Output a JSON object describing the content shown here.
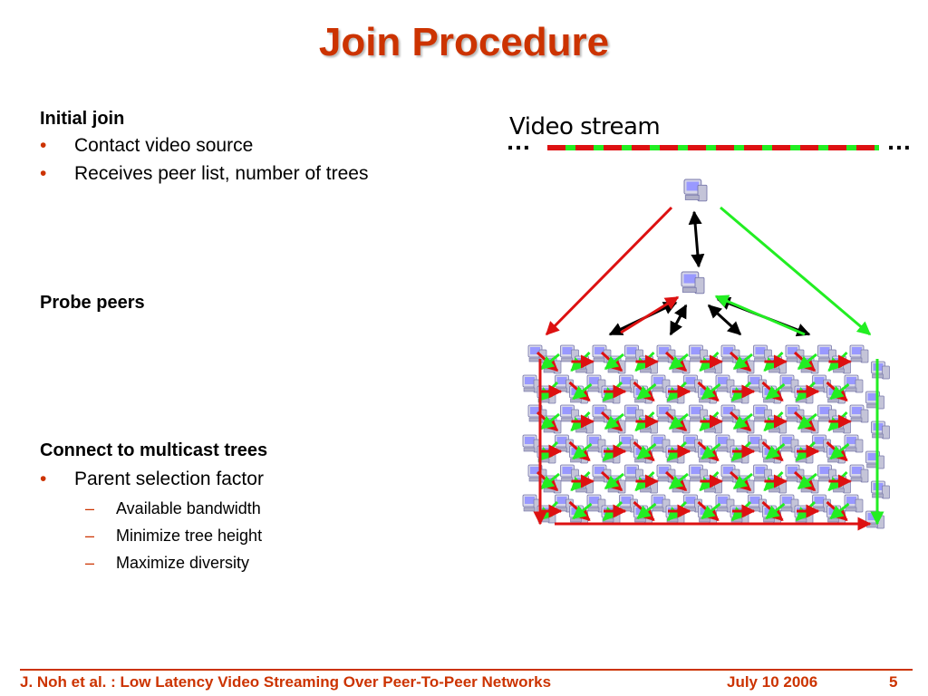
{
  "slide": {
    "title": "Join Procedure",
    "sections": {
      "initial_join": {
        "heading": "Initial join",
        "bullets": [
          "Contact video source",
          "Receives peer list, number of trees"
        ]
      },
      "probe_peers": {
        "heading": "Probe peers"
      },
      "connect": {
        "heading": "Connect to multicast trees",
        "bullet": "Parent selection factor",
        "subbullets": [
          "Available bandwidth",
          "Minimize tree height",
          "Maximize diversity"
        ]
      }
    },
    "bullet_glyph": "•",
    "dash_glyph": "–"
  },
  "diagram": {
    "stream_label": "Video stream",
    "ellipsis": "…",
    "colors": {
      "red": "#dd1111",
      "green": "#22ee22",
      "black": "#000000",
      "peer": "#9999ff"
    },
    "icon": "computer-peer-icon"
  },
  "footer": {
    "citation": "J. Noh et al. : Low Latency Video Streaming Over Peer-To-Peer Networks",
    "date": "July 10 2006",
    "page": "5"
  }
}
